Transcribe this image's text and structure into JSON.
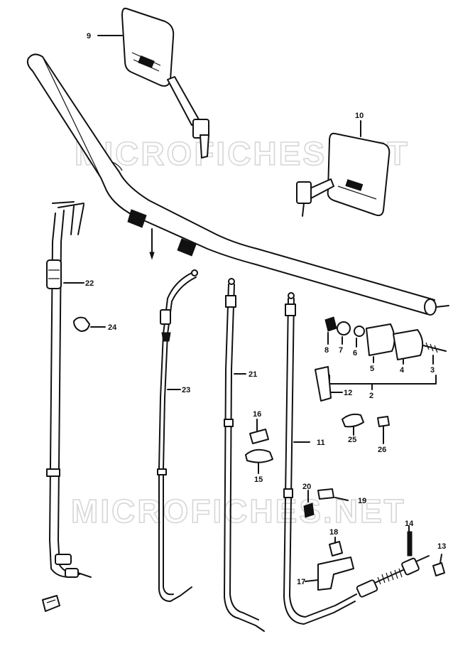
{
  "watermarks": [
    "MICROFICHES.NET",
    "MICROFICHES.NET"
  ],
  "part_labels": [
    "9",
    "10",
    "22",
    "24",
    "23",
    "21",
    "16",
    "15",
    "11",
    "8",
    "7",
    "6",
    "5",
    "4",
    "3",
    "2",
    "12",
    "25",
    "26",
    "20",
    "19",
    "18",
    "17",
    "14",
    "13"
  ]
}
